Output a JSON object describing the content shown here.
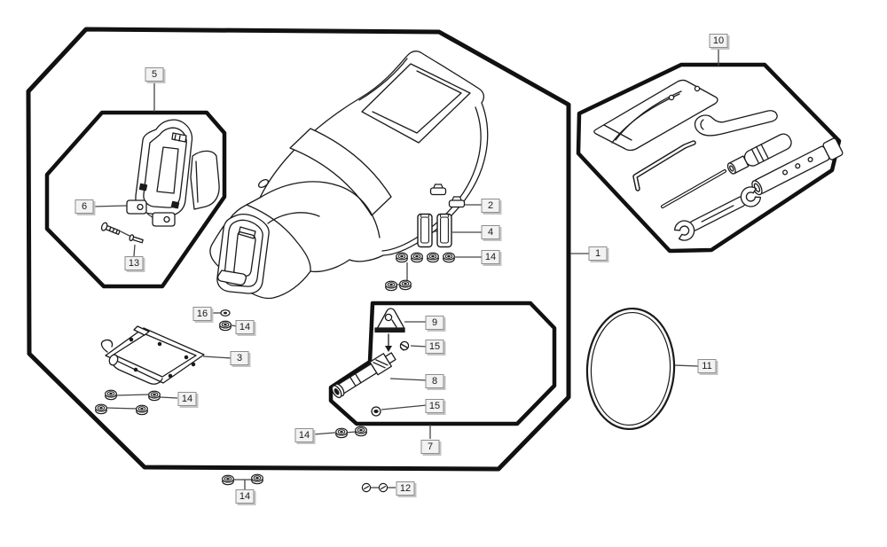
{
  "callouts": {
    "c1": "1",
    "c2": "2",
    "c3": "3",
    "c4": "4",
    "c5": "5",
    "c6": "6",
    "c7": "7",
    "c8": "8",
    "c9": "9",
    "c10": "10",
    "c11": "11",
    "c12": "12",
    "c13": "13",
    "c14": "14",
    "c15": "15",
    "c16": "16"
  },
  "colors": {
    "background": "#ffffff",
    "line": "#1a1a1a",
    "label_background": "#f2f2f2",
    "label_border": "#8e8e8e",
    "label_shadow": "#c4c4c4",
    "label_text": "#1a1a1a"
  }
}
